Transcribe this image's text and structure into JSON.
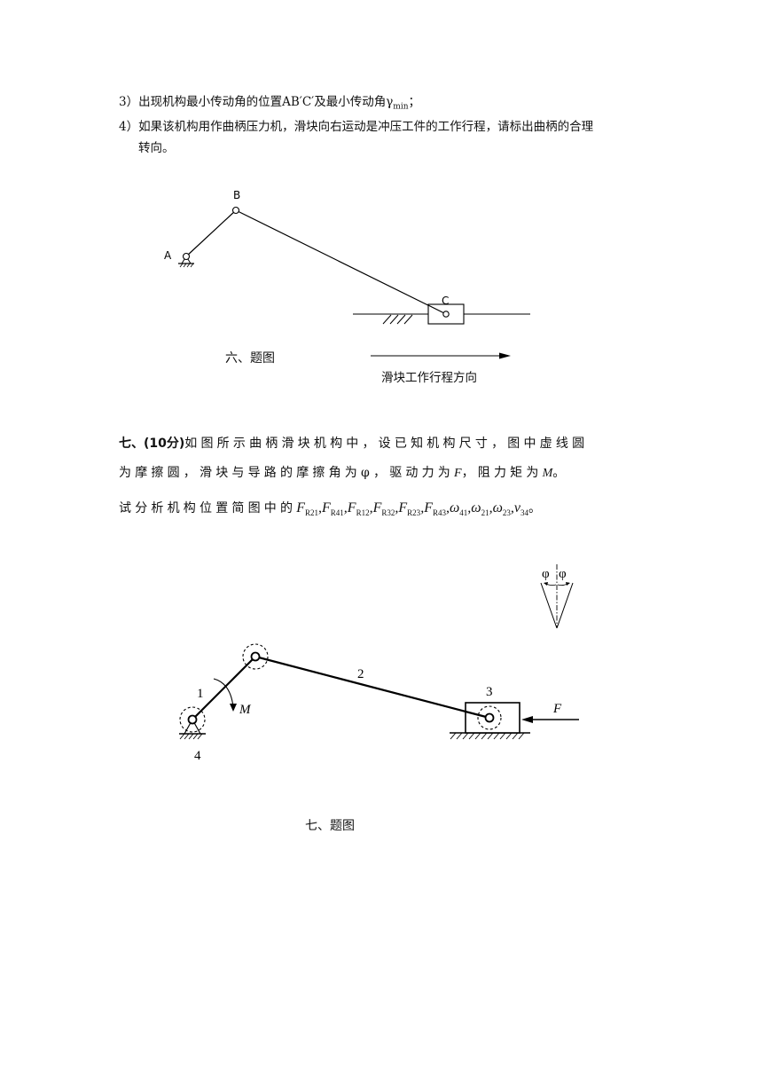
{
  "q6": {
    "item3": "3）出现机构最小传动角的位置AB′C′及最小传动角γ",
    "item3_sub": "min",
    "item3_end": "；",
    "item4_line1": "4）如果该机构用作曲柄压力机，滑块向右运动是冲压工件的工作行程，请标出曲柄的合理",
    "item4_line2": "转向。",
    "labels": {
      "A": "A",
      "B": "B",
      "C": "C"
    },
    "caption": "六、题图",
    "arrow_label": "滑块工作行程方向"
  },
  "q7": {
    "heading": "七、(10分)",
    "line1_rest": "如图所示曲柄滑块机构中，设已知机构尺寸，图中虚线圆",
    "line2_a": "为摩擦圆，滑块与导路的摩擦角为φ，驱动力为",
    "line2_F": "F",
    "line2_b": "，阻力矩为",
    "line2_M": "M",
    "line2_c": "。",
    "line3_a": "试分析机构位置简图中的",
    "symbols": [
      {
        "base": "F",
        "sub": "R21"
      },
      {
        "base": "F",
        "sub": "R41"
      },
      {
        "base": "F",
        "sub": "R12"
      },
      {
        "base": "F",
        "sub": "R32"
      },
      {
        "base": "F",
        "sub": "R23"
      },
      {
        "base": "F",
        "sub": "R43"
      },
      {
        "base": "ω",
        "sub": "41"
      },
      {
        "base": "ω",
        "sub": "21"
      },
      {
        "base": "ω",
        "sub": "23"
      },
      {
        "base": "v",
        "sub": "34"
      }
    ],
    "line3_end": "。",
    "labels": {
      "link1": "1",
      "link2": "2",
      "link3": "3",
      "link4": "4",
      "M": "M",
      "F": "F",
      "phi_left": "φ",
      "phi_right": "φ"
    },
    "caption": "七、题图"
  }
}
